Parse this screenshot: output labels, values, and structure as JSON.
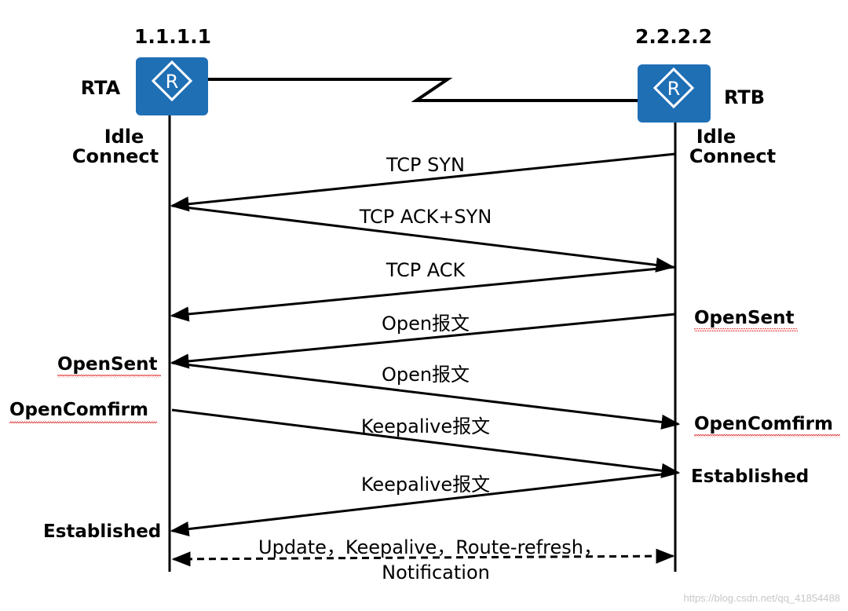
{
  "routers": {
    "a": {
      "ip": "1.1.1.1",
      "name": "RTA",
      "icon": "router-icon"
    },
    "b": {
      "ip": "2.2.2.2",
      "name": "RTB",
      "icon": "router-icon"
    }
  },
  "states": {
    "a_idle": "Idle",
    "a_connect": "Connect",
    "b_idle": "Idle",
    "b_connect": "Connect",
    "a_opensent": "OpenSent",
    "b_opensent": "OpenSent",
    "a_openconfirm": "OpenComfirm",
    "b_openconfirm": "OpenComfirm",
    "b_established": "Established",
    "a_established": "Established"
  },
  "messages": [
    {
      "label": "TCP SYN",
      "direction": "B→A"
    },
    {
      "label": "TCP ACK+SYN",
      "direction": "A→B"
    },
    {
      "label": "TCP ACK",
      "direction": "B→A"
    },
    {
      "label": "Open报文",
      "direction": "B→A"
    },
    {
      "label": "Open报文",
      "direction": "A→B"
    },
    {
      "label": "Keepalive报文",
      "direction": "A→B"
    },
    {
      "label": "Keepalive报文",
      "direction": "B→A"
    }
  ],
  "exchange": {
    "line1": "Update，Keepalive，Route-refresh，",
    "line2": "Notification"
  },
  "watermark": "https://blog.csdn.net/qq_41854488",
  "colors": {
    "router_fill": "#1f6fb5",
    "line": "#000000",
    "spellcheck": "#e03a3a"
  }
}
